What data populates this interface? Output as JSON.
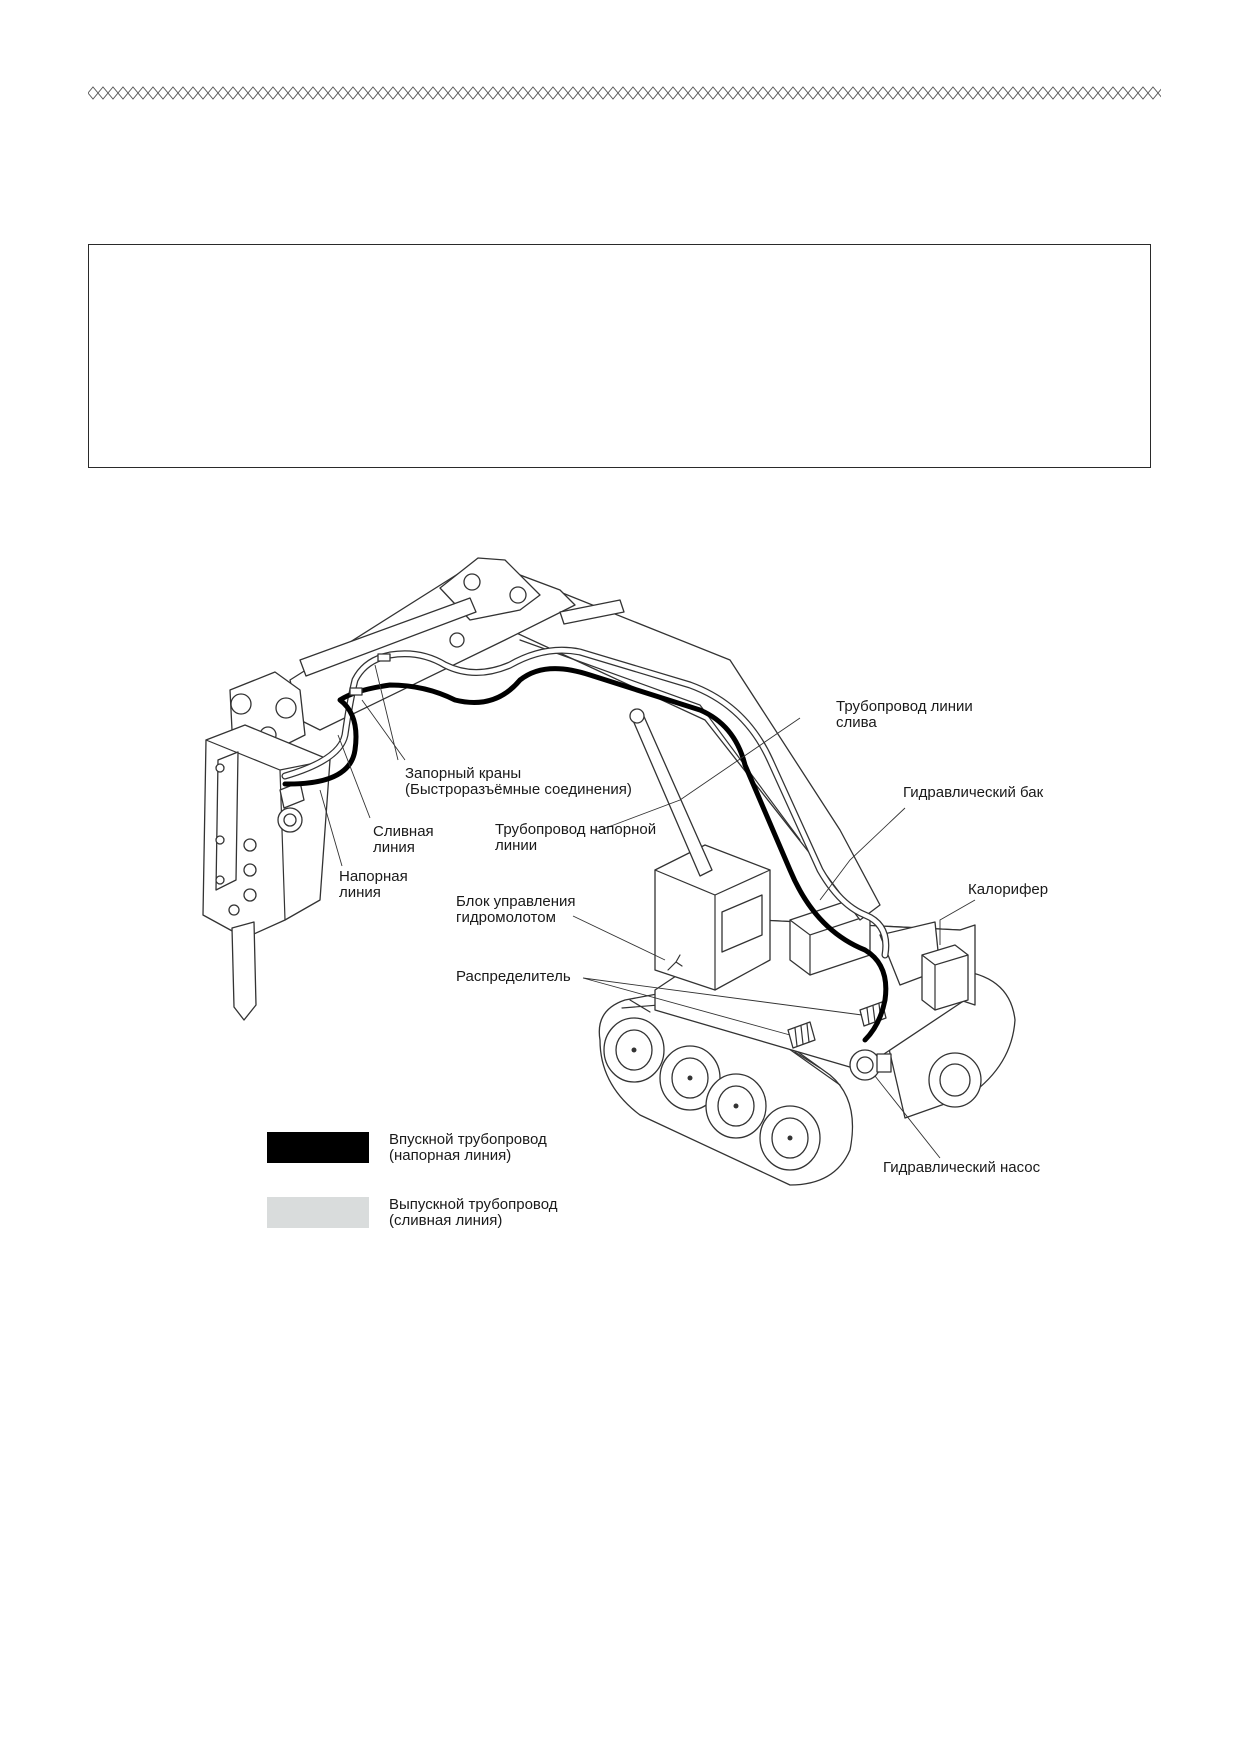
{
  "diagram": {
    "callouts": {
      "drain_pipe": [
        "Трубопровод линии",
        "слива"
      ],
      "hydraulic_tank": [
        "Гидравлический бак"
      ],
      "heater": [
        "Калорифер"
      ],
      "shutoff_valves": [
        "Запорный краны",
        "(Быстроразъёмные соединения)"
      ],
      "pressure_pipe": [
        "Трубопровод напорной",
        "линии"
      ],
      "drain_line": [
        "Сливная",
        "линия"
      ],
      "pressure_line": [
        "Напорная",
        "линия"
      ],
      "control_block": [
        "Блок управления",
        "гидромолотом"
      ],
      "distributor": [
        "Распределитель"
      ],
      "hydraulic_pump": [
        "Гидравлический насос"
      ]
    },
    "legend": [
      {
        "label": [
          "Впускной трубопровод",
          "(напорная линия)"
        ],
        "color": "#000000"
      },
      {
        "label": [
          "Выпускной трубопровод",
          "(сливная линия)"
        ],
        "color": "#d9dcdc"
      }
    ],
    "colors": {
      "pressure_line": "#000000",
      "drain_line": "#d9dcdc",
      "outline": "#333333"
    }
  }
}
